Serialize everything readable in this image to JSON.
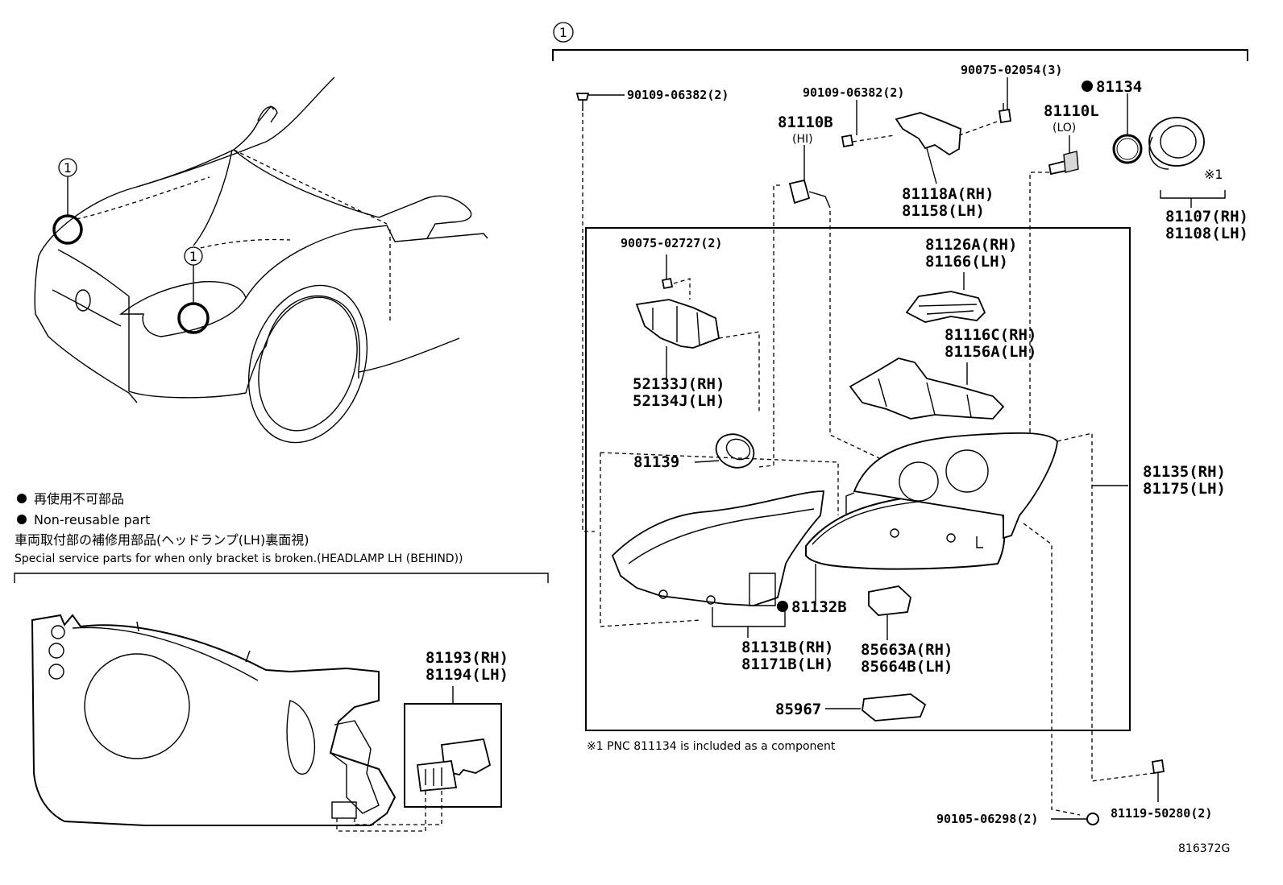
{
  "callout_ref": "1",
  "legend": {
    "non_reusable_jp": "再使用不可部品",
    "non_reusable_en": "Non-reusable part",
    "special_jp": "車両取付部の補修用部品(ヘッドランプ(LH)裏面視)",
    "special_en": "Special service parts for when only bracket is broken.(HEADLAMP LH (BEHIND))"
  },
  "footnote": "※1 PNC 811134 is included as a component",
  "figure_id": "816372G",
  "parts": {
    "p90109_left": "90109-06382(2)",
    "p90109_mid": "90109-06382(2)",
    "p90075_top": "90075-02054(3)",
    "p81134": "81134",
    "p81110b": "81110B",
    "p81110b_sub": "(HI)",
    "p81110l": "81110L",
    "p81110l_sub": "(LO)",
    "p81118_rh": "81118A(RH)",
    "p81118_lh": "81158(LH)",
    "mark_1": "※1",
    "p81107_rh": "81107(RH)",
    "p81107_lh": "81108(LH)",
    "p90075_mid": "90075-02727(2)",
    "p81126_rh": "81126A(RH)",
    "p81126_lh": "81166(LH)",
    "p81116_rh": "81116C(RH)",
    "p81116_lh": "81156A(LH)",
    "p52133_rh": "52133J(RH)",
    "p52133_lh": "52134J(LH)",
    "p81139": "81139",
    "p81135_rh": "81135(RH)",
    "p81135_lh": "81175(LH)",
    "p81132b": "81132B",
    "p81131_rh": "81131B(RH)",
    "p81131_lh": "81171B(LH)",
    "p85663_rh": "85663A(RH)",
    "p85663_lh": "85664B(LH)",
    "p85967": "85967",
    "p81193_rh": "81193(RH)",
    "p81193_lh": "81194(LH)",
    "p90105": "90105-06298(2)",
    "p81119": "81119-50280(2)"
  }
}
